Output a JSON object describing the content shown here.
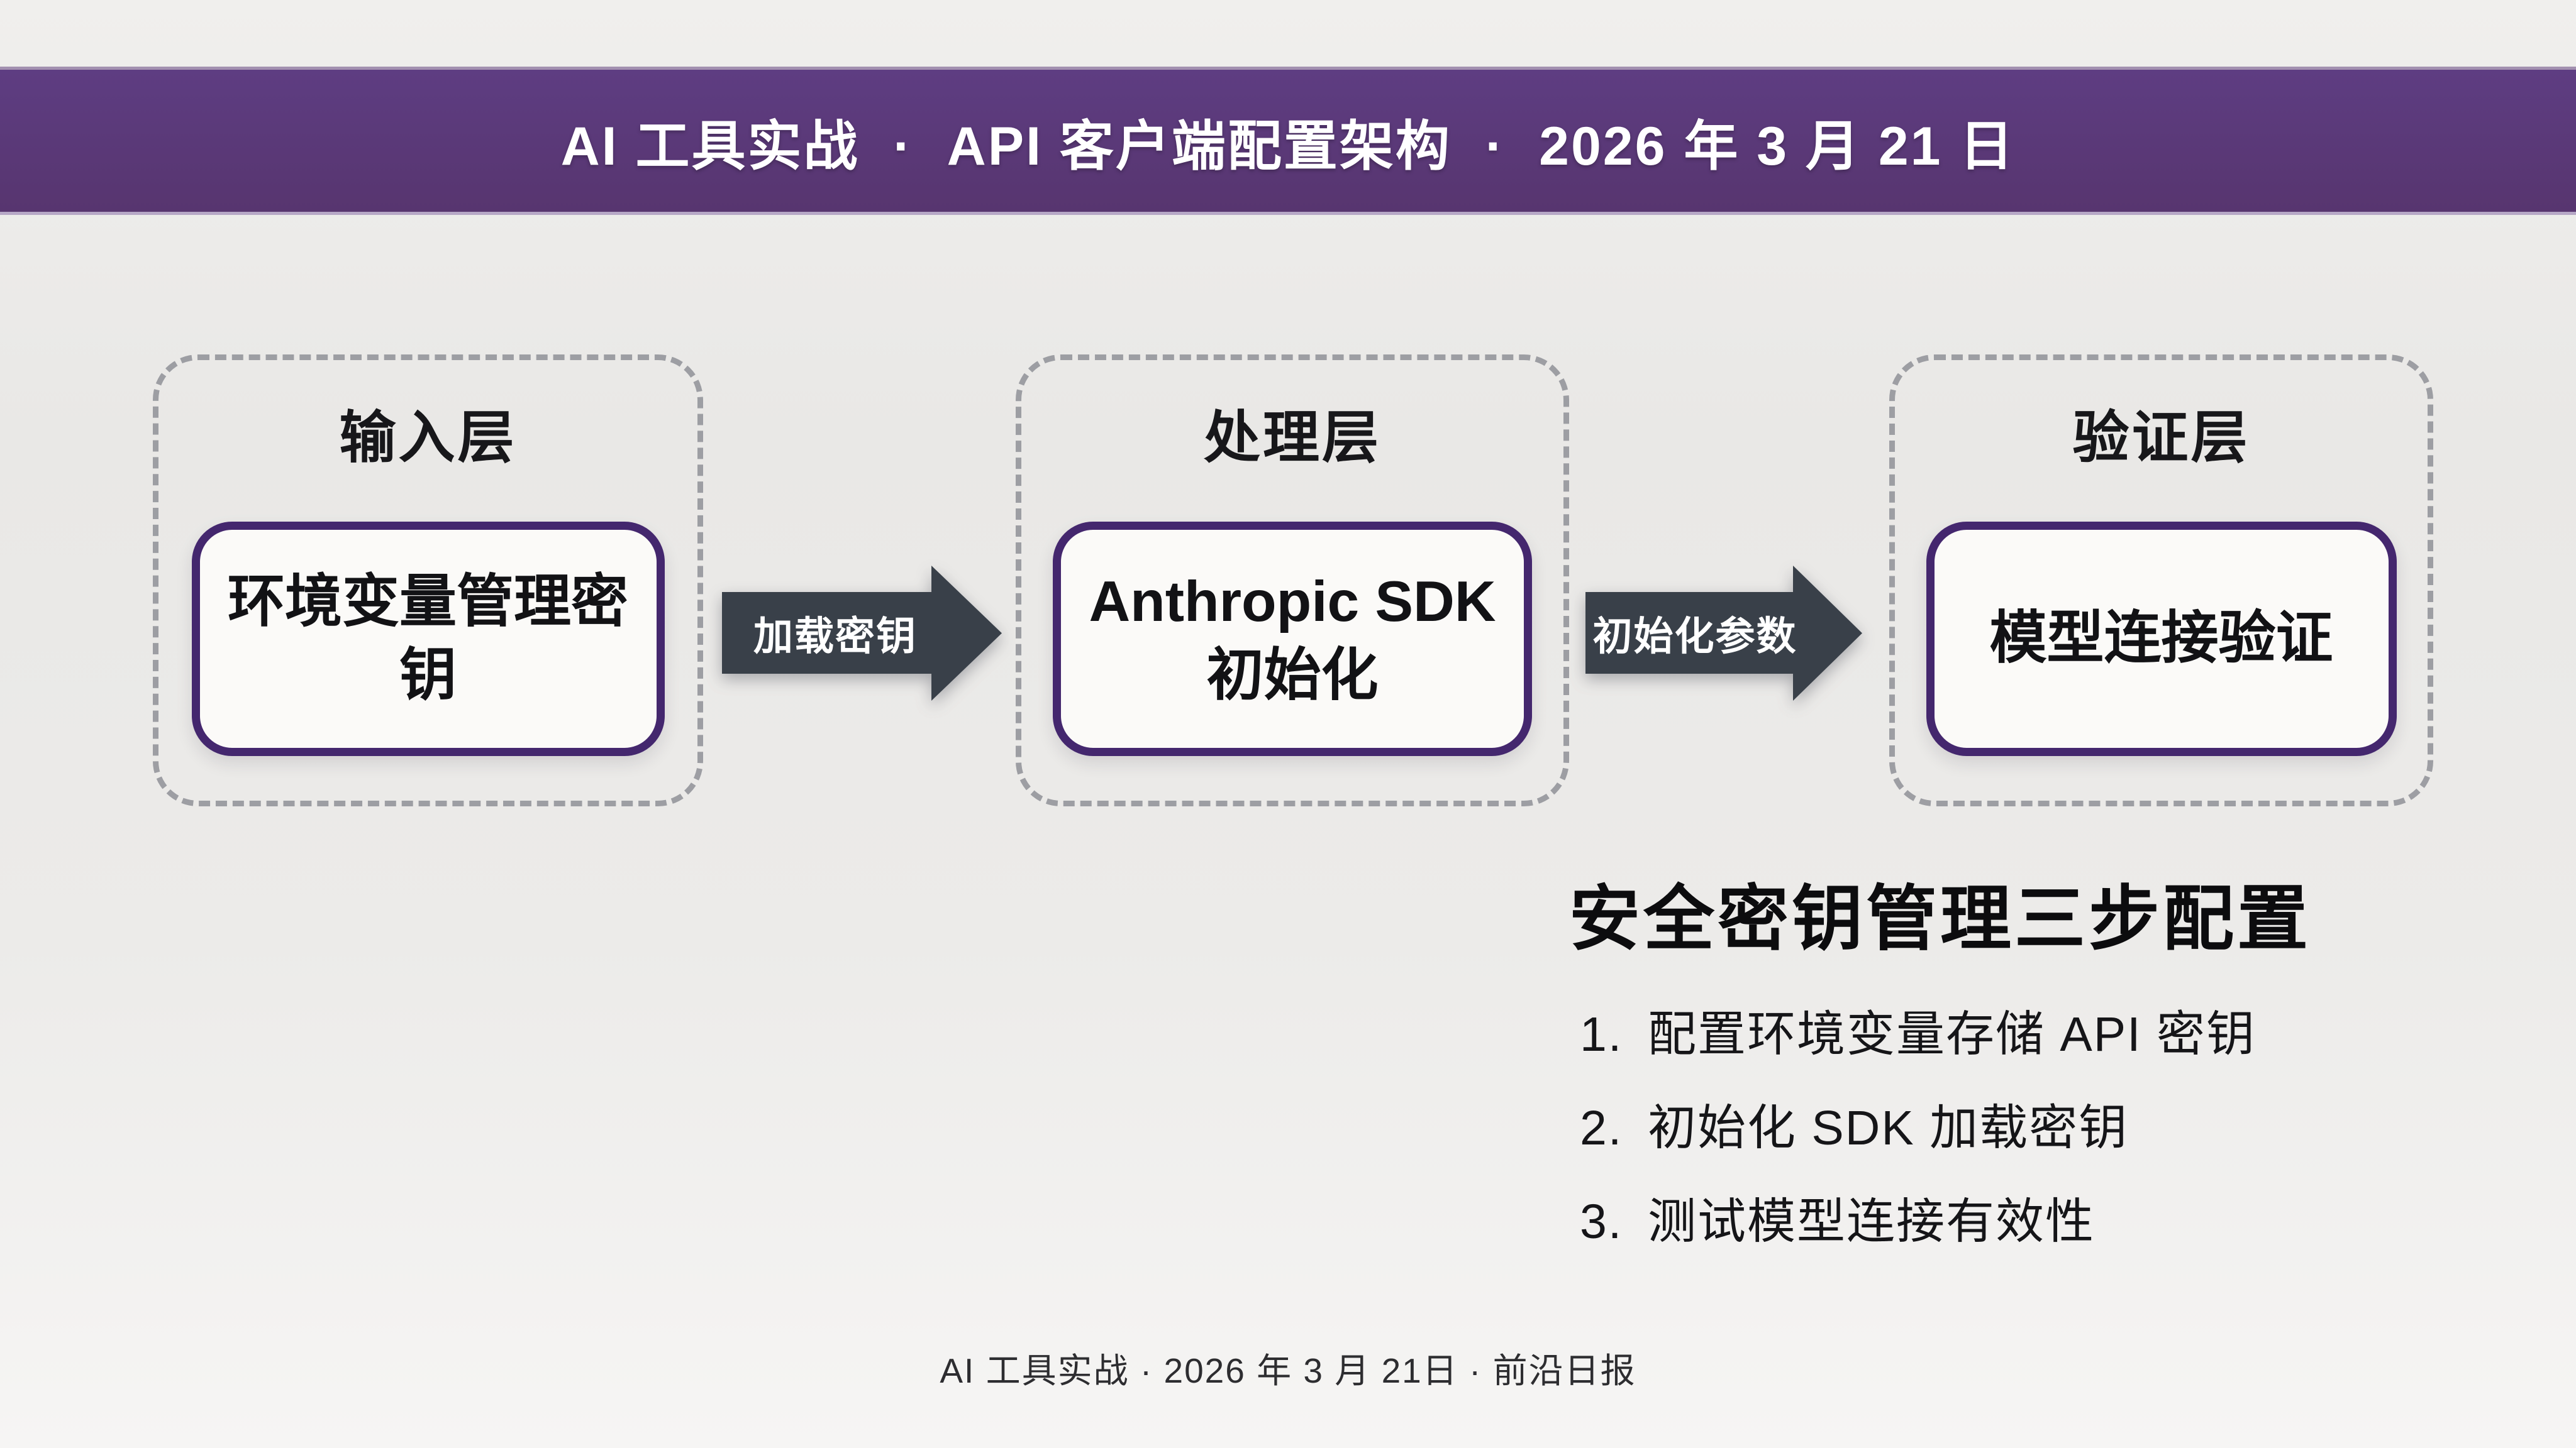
{
  "banner": {
    "title": "AI 工具实战  ·  API 客户端配置架构  ·  2026 年 3 月 21 日"
  },
  "flow": {
    "layers": [
      {
        "label": "输入层",
        "node": "环境变量管理密钥"
      },
      {
        "label": "处理层",
        "node": "Anthropic SDK\n初始化"
      },
      {
        "label": "验证层",
        "node": "模型连接验证"
      }
    ],
    "arrows": [
      {
        "label": "加载密钥"
      },
      {
        "label": "初始化参数"
      }
    ]
  },
  "steps": {
    "heading": "安全密钥管理三步配置",
    "items": [
      {
        "num": "1.",
        "text": "配置环境变量存储 API 密钥"
      },
      {
        "num": "2.",
        "text": "初始化 SDK 加载密钥"
      },
      {
        "num": "3.",
        "text": "测试模型连接有效性"
      }
    ]
  },
  "footer": {
    "text": "AI 工具实战 · 2026 年 3 月 21日 · 前沿日报"
  },
  "colors": {
    "banner_purple": "#57356f",
    "node_border_purple": "#44276e",
    "arrow_dark": "#394049",
    "dashed_border_gray": "#9d9ea3",
    "background": "#ebeae8"
  }
}
